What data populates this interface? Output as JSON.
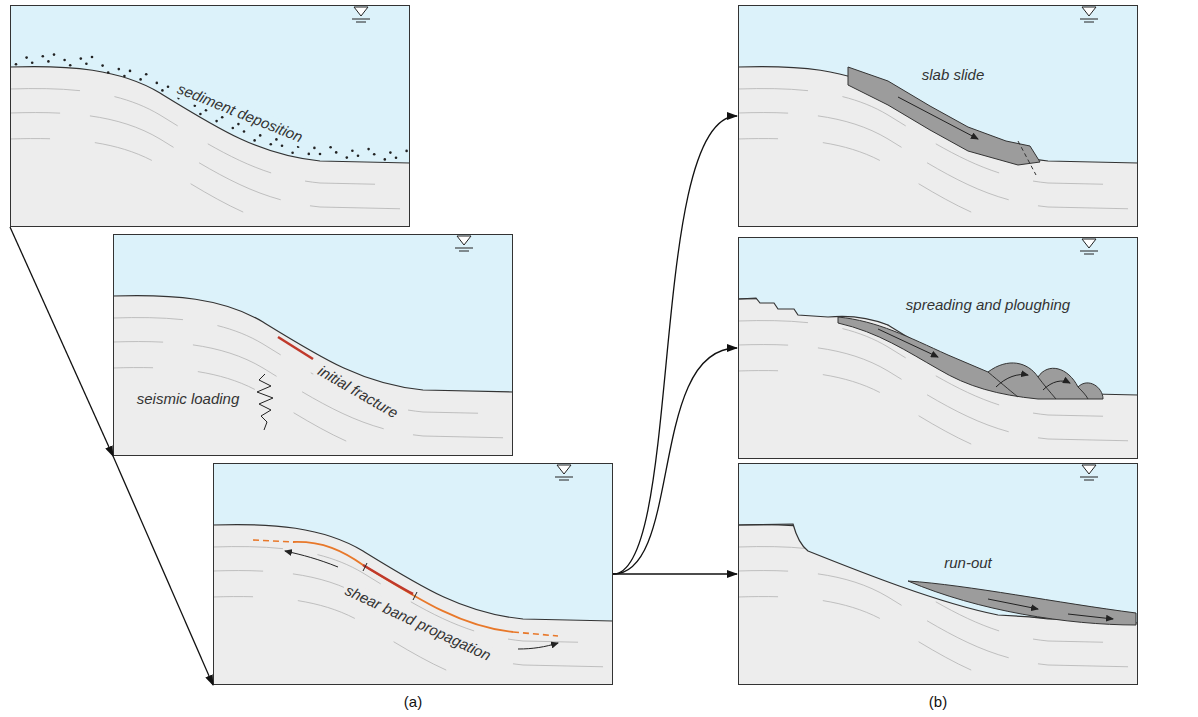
{
  "diagram": {
    "nodes": [
      {
        "text": [
          "sediment deposition"
        ]
      },
      {
        "text": [
          "initial fracture",
          "seismic loading"
        ]
      },
      {
        "text": [
          "shear band propagation"
        ]
      },
      {
        "text": [
          "slab slide"
        ]
      },
      {
        "text": [
          "spreading and ploughing"
        ]
      },
      {
        "text": [
          "run-out"
        ]
      }
    ],
    "edges": [
      {
        "from": 0,
        "to": 1,
        "arrow": "to"
      },
      {
        "from": 1,
        "to": 2,
        "arrow": "to"
      },
      {
        "from": 2,
        "to": 3,
        "arrow": "to"
      },
      {
        "from": 2,
        "to": 4,
        "arrow": "to"
      },
      {
        "from": 2,
        "to": 5,
        "arrow": "to"
      }
    ],
    "labels": [
      "(a)",
      "(b)"
    ]
  }
}
